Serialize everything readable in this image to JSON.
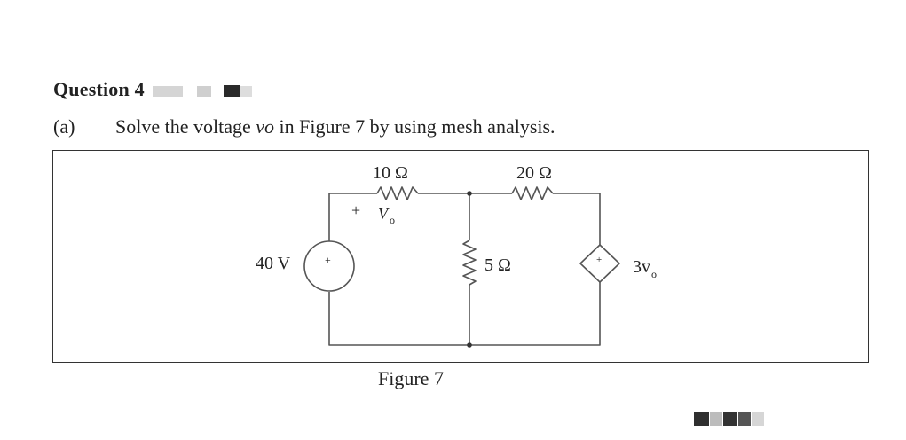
{
  "question": {
    "heading": "Question 4"
  },
  "part": {
    "label": "(a)",
    "prompt_before": "Solve the voltage ",
    "prompt_variable": "vo",
    "prompt_after": " in Figure 7 by using mesh analysis."
  },
  "figure": {
    "caption": "Figure 7",
    "labels": {
      "r1": "10 Ω",
      "r2": "20 Ω",
      "r3": "5 Ω",
      "source": "40 V",
      "source_plus": "+",
      "vo_plus": "+",
      "vo_base": "V",
      "vo_sub": "o",
      "dep_coeff": "3v",
      "dep_sub": "o",
      "dep_plus": "+"
    }
  },
  "colors": {
    "text": "#222222",
    "wire": "#555555",
    "redaction_light": "#d7d7d7",
    "redaction_dark": "#2a2a2a"
  }
}
